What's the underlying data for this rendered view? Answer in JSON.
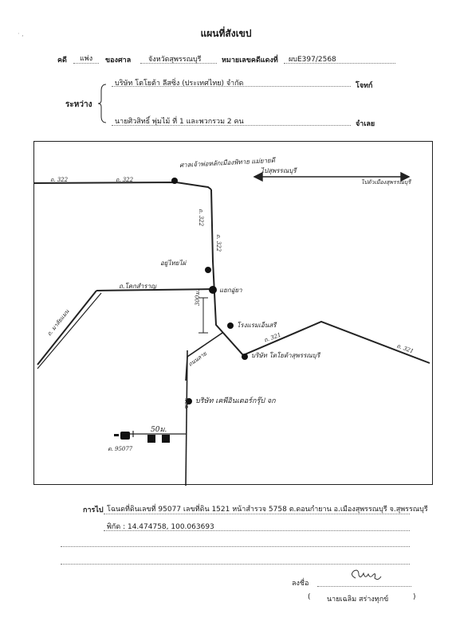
{
  "header": {
    "title": "แผนที่สังเขป",
    "case_label": "คดี",
    "case_type": "แพ่ง",
    "court_label": "ของศาล",
    "court_name": "จังหวัดสุพรรณบุรี",
    "case_no_label": "หมายเลขคดีแดงที่",
    "case_no": "ผบE397/2568"
  },
  "parties": {
    "between_label": "ระหว่าง",
    "plaintiff": "บริษัท โตโยต้า ลีสซิ่ง (ประเทศไทย) จำกัด",
    "plaintiff_role": "โจทก์",
    "defendant": "นายศิวสิทธิ์ พุ่มไม้ ที่ 1 และพวกรวม 2 คน",
    "defendant_role": "จำเลย"
  },
  "map": {
    "labels": {
      "road_322_left": "ถ. 322",
      "road_322_mid": "ถ. 322",
      "road_322_vert": "ถ. 322",
      "road_322_vert2": "ถ. 322",
      "landmark_shrine": "ศาลเจ้าพ่อหลักเมืองพิทาย แม่ยายดี",
      "direction_arrow_left": "ไปสุพรรณบุรี",
      "direction_arrow_right": "ไปตัวเมืองสุพรรณบุรี",
      "road_khoksamran": "ถ.โคกสำราญ",
      "road_left_diag": "ถ. มาลัยแมน",
      "landmark_uthai": "อยู่ไทยไผ่",
      "junction": "แยกอู่ยา",
      "distance_vertical": "300ม.",
      "landmark_hotel": "โรงแรมเอ็นสรี",
      "road_321": "ถ. 321",
      "road_321_right": "ถ. 321",
      "landmark_company": "บริษัท โตโยต้าสุพรรณบุรี",
      "road_lane": "ถนนลาย",
      "road_soi_vert": "ซอย",
      "landmark_target": "บริษัท เคพีอินเตอร์กรุ๊ป จก",
      "distance_horizontal": "50ม.",
      "parcel_label": "ต. 95077"
    }
  },
  "footer": {
    "to_label": "การไป",
    "route_desc": "โฉนดที่ดินเลขที่ 95077 เลขที่ดิน 1521 หน้าสำรวจ 5758 ต.ดอนกำยาน อ.เมืองสุพรรณบุรี จ.สุพรรณบุรี",
    "coords": "พิกัด : 14.474758, 100.063693",
    "sign_label": "ลงชื่อ",
    "signer": "นายเฉลิม  สร่างทุกข์",
    "paren_open": "(",
    "paren_close": ")"
  }
}
